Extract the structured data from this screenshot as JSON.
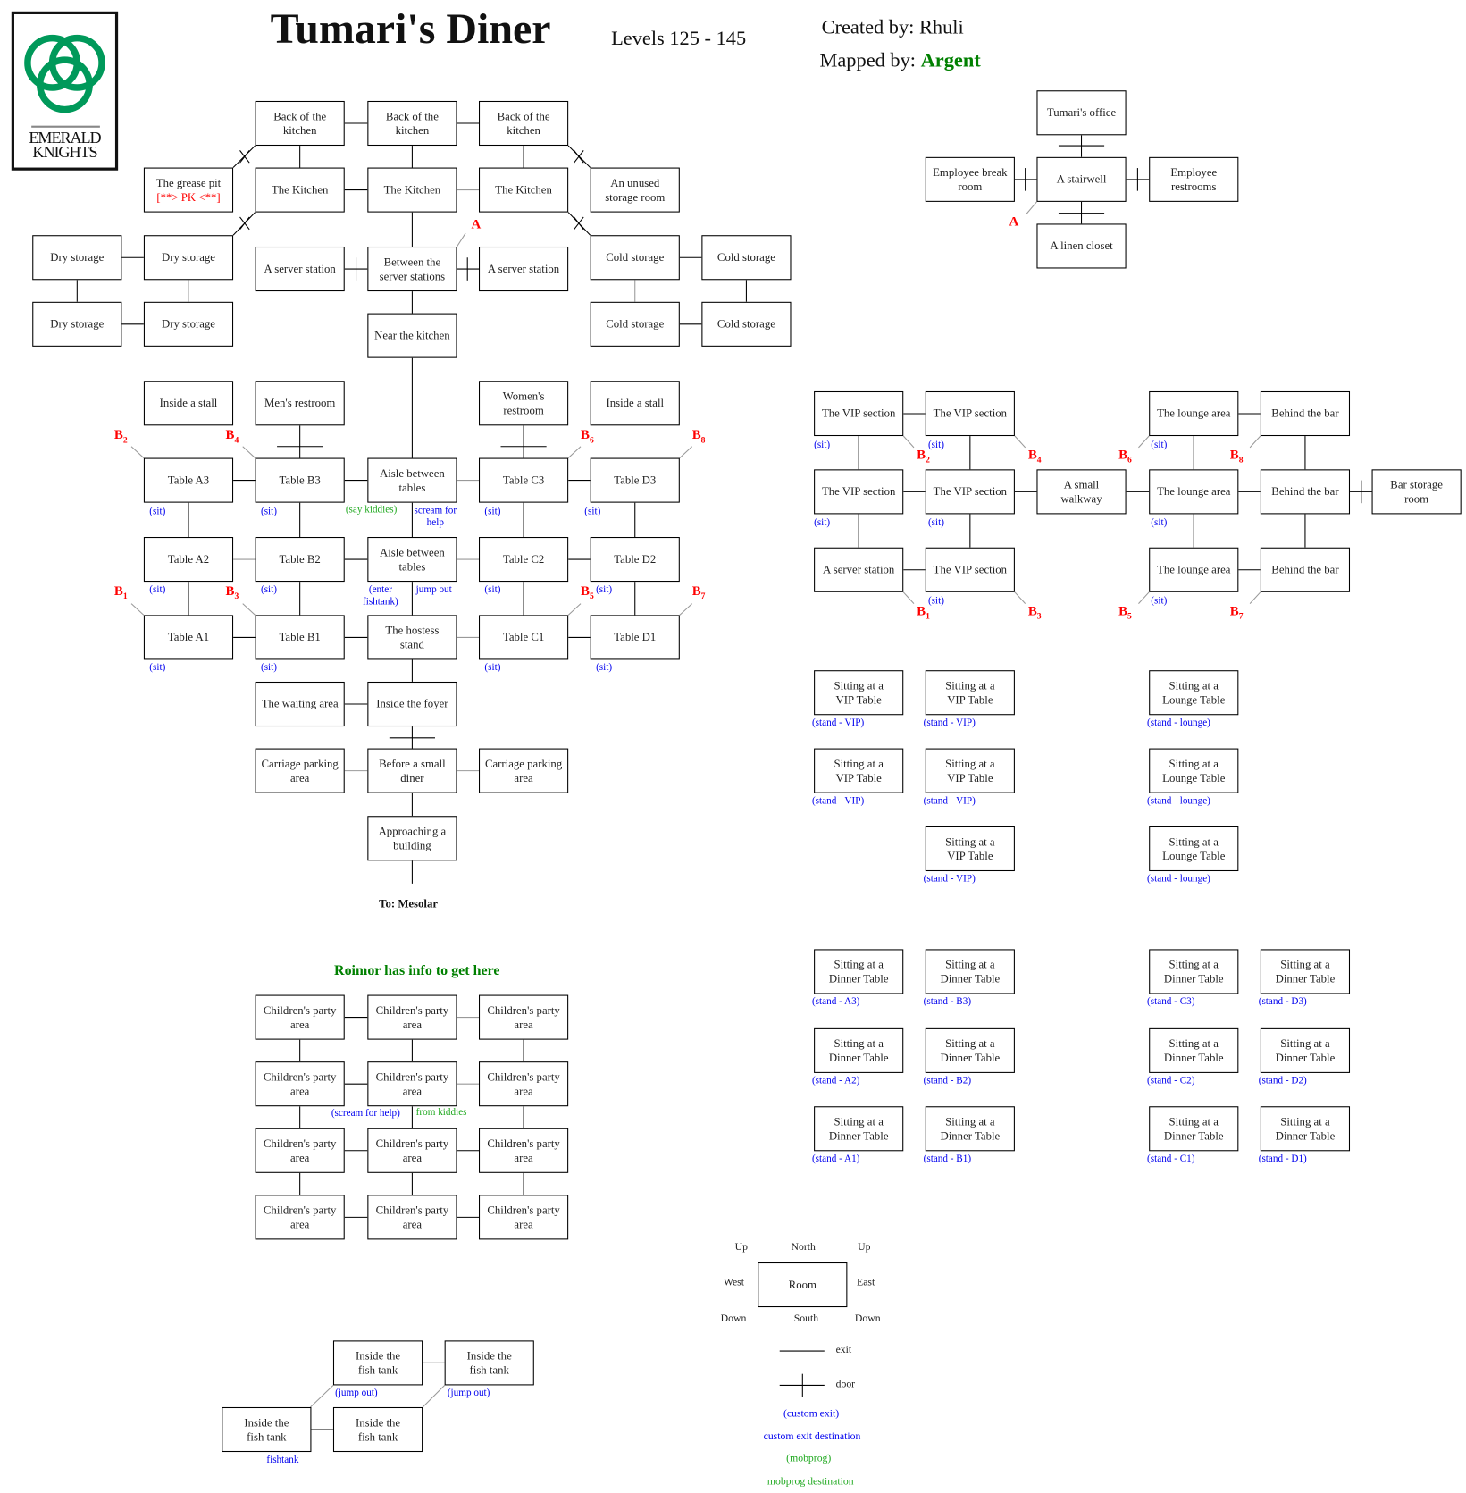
{
  "header": {
    "title": "Tumari's Diner",
    "levels": "Levels 125 - 145",
    "created_label": "Created by:",
    "created_by": "Rhuli",
    "mapped_label": "Mapped by:",
    "mapped_by": "Argent"
  },
  "logo": {
    "line1": "EMERALD",
    "line2": "KNIGHTS"
  },
  "colors": {
    "logo_green": "#00995a",
    "marker_red": "#ff0000",
    "custom_blue": "#0000ee",
    "mobprog_green": "#22aa22",
    "credit_green": "#008000"
  },
  "grease_pit_tag": "[**> PK <**]",
  "to_mesolar": "To: Mesolar",
  "roimor_note": "Roimor has info to get here",
  "rooms": [
    "Back of the\nkitchen",
    "Back of the\nkitchen",
    "Back of the\nkitchen",
    "The grease pit",
    "The Kitchen",
    "The Kitchen",
    "The Kitchen",
    "An unused\nstorage room",
    "Dry storage",
    "Dry storage",
    "A server station",
    "Between the\nserver stations",
    "A server station",
    "Cold storage",
    "Cold storage",
    "Dry storage",
    "Dry storage",
    "Near the kitchen",
    "Cold storage",
    "Cold storage",
    "Inside a stall",
    "Men's restroom",
    "Women's\nrestroom",
    "Inside a stall",
    "Table A3",
    "Table B3",
    "Aisle between\ntables",
    "Table C3",
    "Table D3",
    "Table A2",
    "Table B2",
    "Aisle between\ntables",
    "Table C2",
    "Table D2",
    "Table A1",
    "Table B1",
    "The hostess\nstand",
    "Table C1",
    "Table D1",
    "The waiting area",
    "Inside the foyer",
    "Carriage parking\narea",
    "Before a small\ndiner",
    "Carriage parking\narea",
    "Approaching a\nbuilding",
    "Tumari's office",
    "Employee break\nroom",
    "A stairwell",
    "Employee\nrestrooms",
    "A linen closet",
    "The VIP section",
    "The VIP section",
    "The lounge area",
    "Behind the bar",
    "The VIP section",
    "The VIP section",
    "A small\nwalkway",
    "The lounge area",
    "Behind the bar",
    "Bar storage\nroom",
    "A server station",
    "The VIP section",
    "The lounge area",
    "Behind the bar",
    "Sitting at a\nVIP Table",
    "Sitting at a\nVIP Table",
    "Sitting at a\nLounge Table",
    "Sitting at a\nVIP Table",
    "Sitting at a\nVIP Table",
    "Sitting at a\nLounge Table",
    "Sitting at a\nVIP Table",
    "Sitting at a\nLounge Table",
    "Sitting at a\nDinner Table",
    "Sitting at a\nDinner Table",
    "Sitting at a\nDinner Table",
    "Sitting at a\nDinner Table",
    "Sitting at a\nDinner Table",
    "Sitting at a\nDinner Table",
    "Sitting at a\nDinner Table",
    "Sitting at a\nDinner Table",
    "Sitting at a\nDinner Table",
    "Sitting at a\nDinner Table",
    "Sitting at a\nDinner Table",
    "Sitting at a\nDinner Table",
    "Children's party\narea",
    "Children's party\narea",
    "Children's party\narea",
    "Children's party\narea",
    "Children's party\narea",
    "Children's party\narea",
    "Children's party\narea",
    "Children's party\narea",
    "Children's party\narea",
    "Children's party\narea",
    "Children's party\narea",
    "Children's party\narea",
    "Inside the\nfish tank",
    "Inside the\nfish tank",
    "Inside the\nfish tank",
    "Inside the\nfish tank"
  ],
  "notes": [
    {
      "text": "(sit)",
      "kind": "custom"
    },
    {
      "text": "(sit)",
      "kind": "custom"
    },
    {
      "text": "(sit)",
      "kind": "custom"
    },
    {
      "text": "(sit)",
      "kind": "custom"
    },
    {
      "text": "(sit)",
      "kind": "custom"
    },
    {
      "text": "(sit)",
      "kind": "custom"
    },
    {
      "text": "(sit)",
      "kind": "custom"
    },
    {
      "text": "(sit)",
      "kind": "custom"
    },
    {
      "text": "(sit)",
      "kind": "custom"
    },
    {
      "text": "(sit)",
      "kind": "custom"
    },
    {
      "text": "(sit)",
      "kind": "custom"
    },
    {
      "text": "(sit)",
      "kind": "custom"
    },
    {
      "text": "(say kiddies)",
      "kind": "mobprog"
    },
    {
      "text": "scream for\nhelp",
      "kind": "custom"
    },
    {
      "text": "(enter\nfishtank)",
      "kind": "custom"
    },
    {
      "text": "jump out",
      "kind": "custom"
    },
    {
      "text": "(sit)",
      "kind": "custom"
    },
    {
      "text": "(sit)",
      "kind": "custom"
    },
    {
      "text": "(sit)",
      "kind": "custom"
    },
    {
      "text": "(sit)",
      "kind": "custom"
    },
    {
      "text": "(sit)",
      "kind": "custom"
    },
    {
      "text": "(sit)",
      "kind": "custom"
    },
    {
      "text": "(sit)",
      "kind": "custom"
    },
    {
      "text": "(sit)",
      "kind": "custom"
    },
    {
      "text": "(stand - VIP)",
      "kind": "custom"
    },
    {
      "text": "(stand - VIP)",
      "kind": "custom"
    },
    {
      "text": "(stand - lounge)",
      "kind": "custom"
    },
    {
      "text": "(stand - VIP)",
      "kind": "custom"
    },
    {
      "text": "(stand - VIP)",
      "kind": "custom"
    },
    {
      "text": "(stand - lounge)",
      "kind": "custom"
    },
    {
      "text": "(stand - VIP)",
      "kind": "custom"
    },
    {
      "text": "(stand - lounge)",
      "kind": "custom"
    },
    {
      "text": "(stand - A3)",
      "kind": "custom"
    },
    {
      "text": "(stand - B3)",
      "kind": "custom"
    },
    {
      "text": "(stand - C3)",
      "kind": "custom"
    },
    {
      "text": "(stand - D3)",
      "kind": "custom"
    },
    {
      "text": "(stand - A2)",
      "kind": "custom"
    },
    {
      "text": "(stand - B2)",
      "kind": "custom"
    },
    {
      "text": "(stand - C2)",
      "kind": "custom"
    },
    {
      "text": "(stand - D2)",
      "kind": "custom"
    },
    {
      "text": "(stand - A1)",
      "kind": "custom"
    },
    {
      "text": "(stand - B1)",
      "kind": "custom"
    },
    {
      "text": "(stand - C1)",
      "kind": "custom"
    },
    {
      "text": "(stand - D1)",
      "kind": "custom"
    },
    {
      "text": "(scream for help)",
      "kind": "custom"
    },
    {
      "text": "from kiddies",
      "kind": "mobprog"
    },
    {
      "text": "(jump out)",
      "kind": "custom"
    },
    {
      "text": "(jump out)",
      "kind": "custom"
    },
    {
      "text": "fishtank",
      "kind": "custom"
    }
  ],
  "markers": [
    {
      "letter": "A",
      "sub": ""
    },
    {
      "letter": "A",
      "sub": ""
    },
    {
      "letter": "B",
      "sub": "2"
    },
    {
      "letter": "B",
      "sub": "4"
    },
    {
      "letter": "B",
      "sub": "6"
    },
    {
      "letter": "B",
      "sub": "8"
    },
    {
      "letter": "B",
      "sub": "1"
    },
    {
      "letter": "B",
      "sub": "3"
    },
    {
      "letter": "B",
      "sub": "5"
    },
    {
      "letter": "B",
      "sub": "7"
    },
    {
      "letter": "B",
      "sub": "2"
    },
    {
      "letter": "B",
      "sub": "4"
    },
    {
      "letter": "B",
      "sub": "6"
    },
    {
      "letter": "B",
      "sub": "8"
    },
    {
      "letter": "B",
      "sub": "1"
    },
    {
      "letter": "B",
      "sub": "3"
    },
    {
      "letter": "B",
      "sub": "5"
    },
    {
      "letter": "B",
      "sub": "7"
    }
  ],
  "legend": {
    "room": "Room",
    "up_left": "Up",
    "north": "North",
    "up_right": "Up",
    "west": "West",
    "east": "East",
    "down_left": "Down",
    "south": "South",
    "down_right": "Down",
    "exit": "exit",
    "door": "door",
    "custom_exit": "(custom exit)",
    "custom_exit_destination": "custom exit destination",
    "mobprog": "(mobprog)",
    "mobprog_destination": "mobprog destination"
  }
}
